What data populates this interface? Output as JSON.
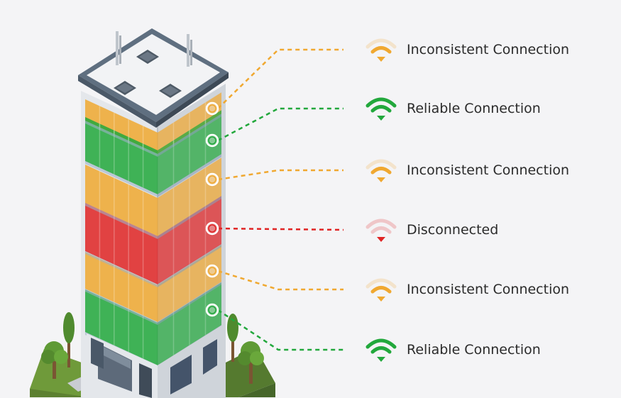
{
  "colors": {
    "inconsistent": "#f0a830",
    "reliable": "#22a83c",
    "disconnected": "#e02424",
    "building_frame": "#e3e6ea",
    "roof": "#5f6f80",
    "text": "#2b2b2b"
  },
  "floors": [
    {
      "status": "inconsistent",
      "icon": "wifi-weak-icon"
    },
    {
      "status": "reliable",
      "icon": "wifi-full-icon"
    },
    {
      "status": "inconsistent",
      "icon": "wifi-weak-icon"
    },
    {
      "status": "disconnected",
      "icon": "wifi-none-icon"
    },
    {
      "status": "inconsistent",
      "icon": "wifi-weak-icon"
    },
    {
      "status": "reliable",
      "icon": "wifi-full-icon"
    }
  ],
  "legend": [
    {
      "label": "Inconsistent Connection",
      "status": "inconsistent",
      "icon": "wifi-weak-icon"
    },
    {
      "label": "Reliable Connection",
      "status": "reliable",
      "icon": "wifi-full-icon"
    },
    {
      "label": "Inconsistent Connection",
      "status": "inconsistent",
      "icon": "wifi-weak-icon"
    },
    {
      "label": "Disconnected",
      "status": "disconnected",
      "icon": "wifi-none-icon"
    },
    {
      "label": "Inconsistent Connection",
      "status": "inconsistent",
      "icon": "wifi-weak-icon"
    },
    {
      "label": "Reliable Connection",
      "status": "reliable",
      "icon": "wifi-full-icon"
    }
  ]
}
